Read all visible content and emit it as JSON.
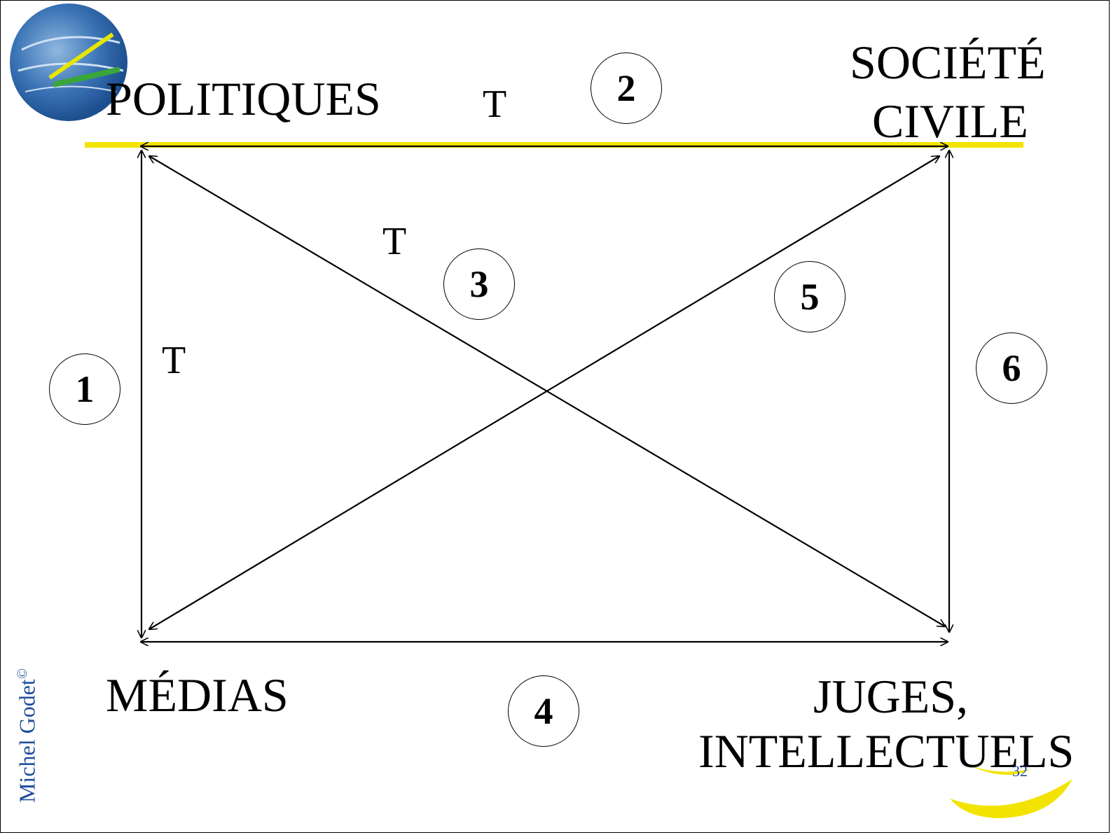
{
  "nodes": {
    "politiques": "POLITIQUES",
    "societe_civile_line1": "SOCIÉTÉ",
    "societe_civile_line2": "CIVILE",
    "medias": "MÉDIAS",
    "juges_line1": "JUGES,",
    "juges_line2": "INTELLECTUELS"
  },
  "relations": [
    "1",
    "2",
    "3",
    "4",
    "5",
    "6"
  ],
  "t_marks": [
    "T",
    "T",
    "T"
  ],
  "footer": {
    "author": "Michel Godet",
    "copyright": "©",
    "page": "32"
  },
  "icons": [
    "globe-logo-icon",
    "yellow-swoosh-icon"
  ],
  "colors": {
    "highlight_bar": "#f2e400",
    "text_blue": "#1f4e9a",
    "line": "#000000"
  }
}
